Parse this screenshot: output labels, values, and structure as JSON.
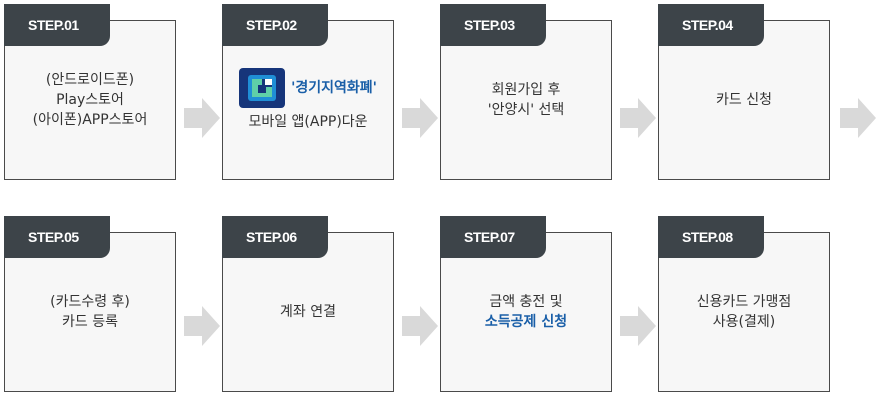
{
  "steps": [
    {
      "tab": "STEP.01",
      "lines": [
        "(안드로이드폰)",
        "Play스토어",
        "(아이폰)APP스토어"
      ]
    },
    {
      "tab": "STEP.02",
      "app_name": "'경기지역화폐'",
      "lines": [
        "모바일 앱(APP)다운"
      ]
    },
    {
      "tab": "STEP.03",
      "lines": [
        "회원가입 후",
        "'안양시' 선택"
      ]
    },
    {
      "tab": "STEP.04",
      "lines": [
        "카드 신청"
      ]
    },
    {
      "tab": "STEP.05",
      "lines": [
        "(카드수령 후)",
        "카드 등록"
      ]
    },
    {
      "tab": "STEP.06",
      "lines": [
        "계좌 연결"
      ]
    },
    {
      "tab": "STEP.07",
      "lines": [
        "금액 충전 및"
      ],
      "highlight": "소득공제 신청"
    },
    {
      "tab": "STEP.08",
      "lines": [
        "신용카드 가맹점",
        "사용(결제)"
      ]
    }
  ],
  "colors": {
    "tab_bg": "#3d4449",
    "card_bg": "#f7f7f7",
    "highlight": "#1a5fa8",
    "arrow": "#d9d9d9",
    "app_icon_bg": "#16357a"
  },
  "icons": {
    "arrow": "chevron-right-arrow",
    "app": "gyeonggi-currency-app-icon"
  }
}
